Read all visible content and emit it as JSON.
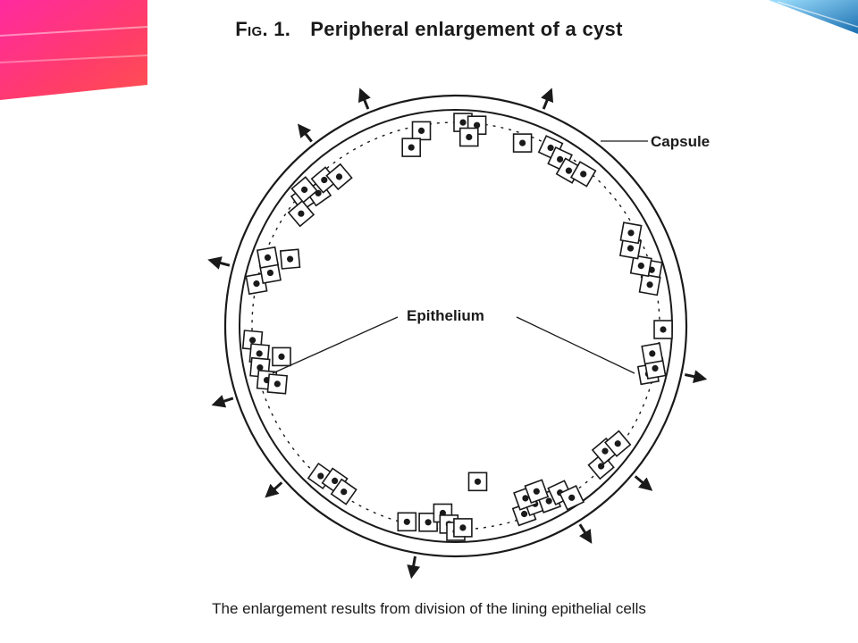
{
  "figure": {
    "number": "Fig. 1.",
    "title": "Peripheral enlargement of a cyst",
    "caption": "The enlargement results from division of the lining epithelial cells"
  },
  "labels": {
    "capsule": "Capsule",
    "epithelium": "Epithelium"
  },
  "colors": {
    "ink": "#1a1a1a",
    "corner_left_accent": "#ff1f7a",
    "corner_right_accent": "#1fa4e0"
  }
}
